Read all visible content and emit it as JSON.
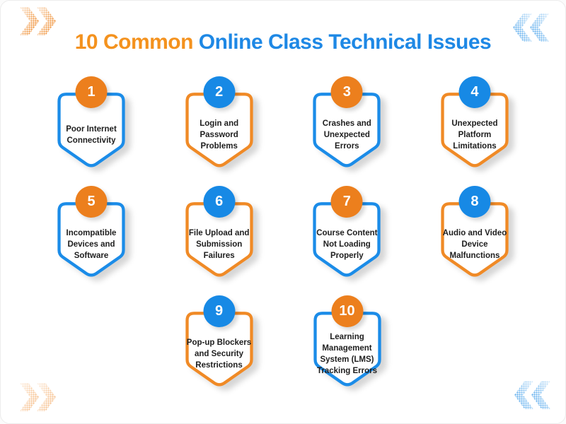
{
  "title": {
    "highlight": "10 Common",
    "rest": " Online Class Technical Issues"
  },
  "colors": {
    "title_orange": "#F4921E",
    "title_blue": "#1E88E5",
    "orange": "#EE8420",
    "blue": "#1789E5",
    "label_text": "#1E1E1E",
    "card_fill": "#FFFFFF"
  },
  "decorations": {
    "top_left": "double-chevron-right-orange-halftone",
    "top_right": "double-chevron-left-blue-halftone",
    "bottom_left": "double-chevron-right-orange-halftone",
    "bottom_right": "double-chevron-left-blue-halftone"
  },
  "items": [
    {
      "number": "1",
      "label": "Poor Internet Connectivity",
      "badge_color": "#EC7F1D",
      "shield_color": "#1B8CE8"
    },
    {
      "number": "2",
      "label": "Login and Password Problems",
      "badge_color": "#1789E5",
      "shield_color": "#F08A26"
    },
    {
      "number": "3",
      "label": "Crashes and Unexpected Errors",
      "badge_color": "#EC7F1D",
      "shield_color": "#1B8CE8"
    },
    {
      "number": "4",
      "label": "Unexpected Platform Limitations",
      "badge_color": "#1789E5",
      "shield_color": "#F08A26"
    },
    {
      "number": "5",
      "label": "Incompatible Devices and Software",
      "badge_color": "#EC7F1D",
      "shield_color": "#1B8CE8"
    },
    {
      "number": "6",
      "label": "File Upload and Submission Failures",
      "badge_color": "#1789E5",
      "shield_color": "#F08A26"
    },
    {
      "number": "7",
      "label": "Course Content Not Loading Properly",
      "badge_color": "#EC7F1D",
      "shield_color": "#1B8CE8"
    },
    {
      "number": "8",
      "label": "Audio and Video Device Malfunctions",
      "badge_color": "#1789E5",
      "shield_color": "#F08A26"
    },
    {
      "number": "9",
      "label": "Pop-up Blockers and Security Restrictions",
      "badge_color": "#1789E5",
      "shield_color": "#F08A26"
    },
    {
      "number": "10",
      "label": "Learning Management System (LMS) Tracking Errors",
      "badge_color": "#EC7F1D",
      "shield_color": "#1B8CE8"
    }
  ]
}
